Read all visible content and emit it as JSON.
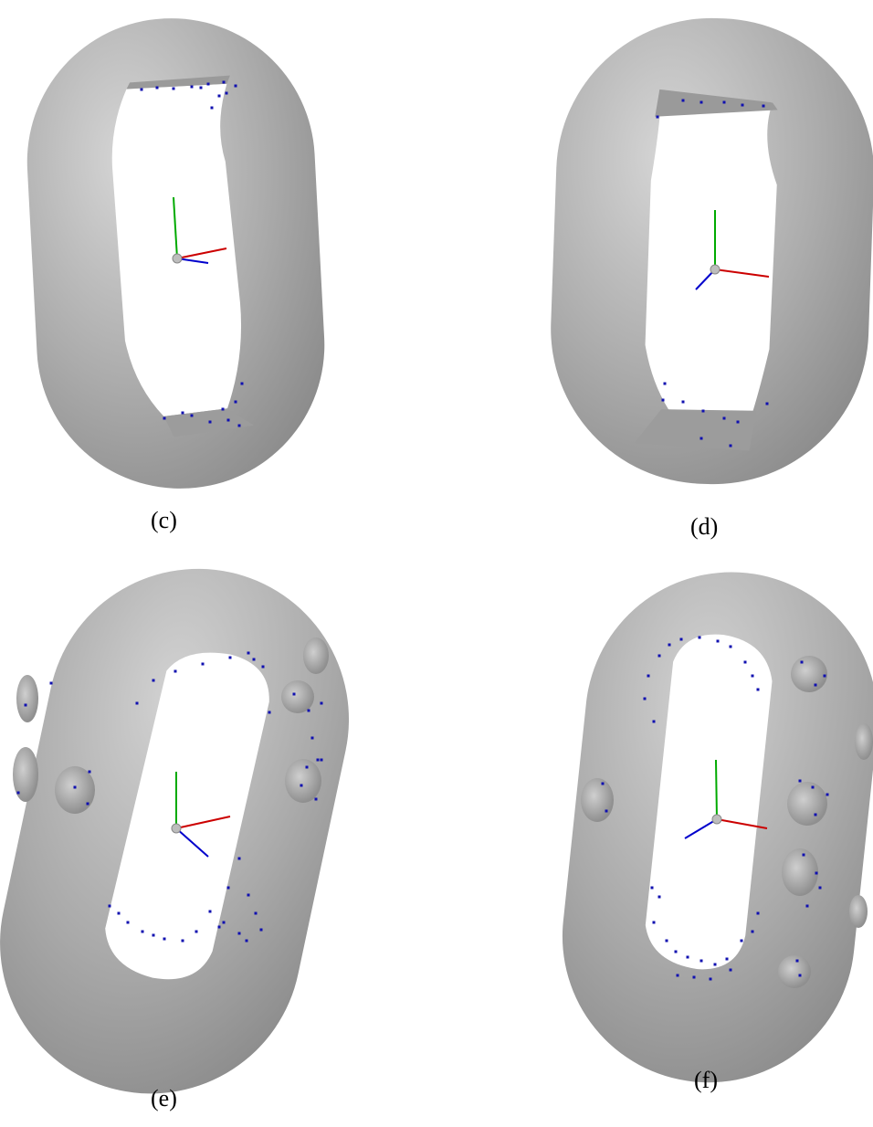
{
  "figure": {
    "panels": [
      {
        "id": "c",
        "label": "(c)",
        "defect_type": "flat-notch",
        "defect_count": 2
      },
      {
        "id": "d",
        "label": "(d)",
        "defect_type": "flat-notch",
        "defect_count": 2
      },
      {
        "id": "e",
        "label": "(e)",
        "defect_type": "pit",
        "defect_count": 6
      },
      {
        "id": "f",
        "label": "(f)",
        "defect_type": "pit",
        "defect_count": 7
      }
    ],
    "colors": {
      "background": "#ffffff",
      "surface_light": "#cfcfcf",
      "surface_mid": "#a9a9a9",
      "surface_dark": "#8a8a8a",
      "point_marker": "#1010b0",
      "axis_x": "#cc0000",
      "axis_y": "#00aa00",
      "axis_z": "#0000cc",
      "origin": "#bdbdbd"
    }
  }
}
